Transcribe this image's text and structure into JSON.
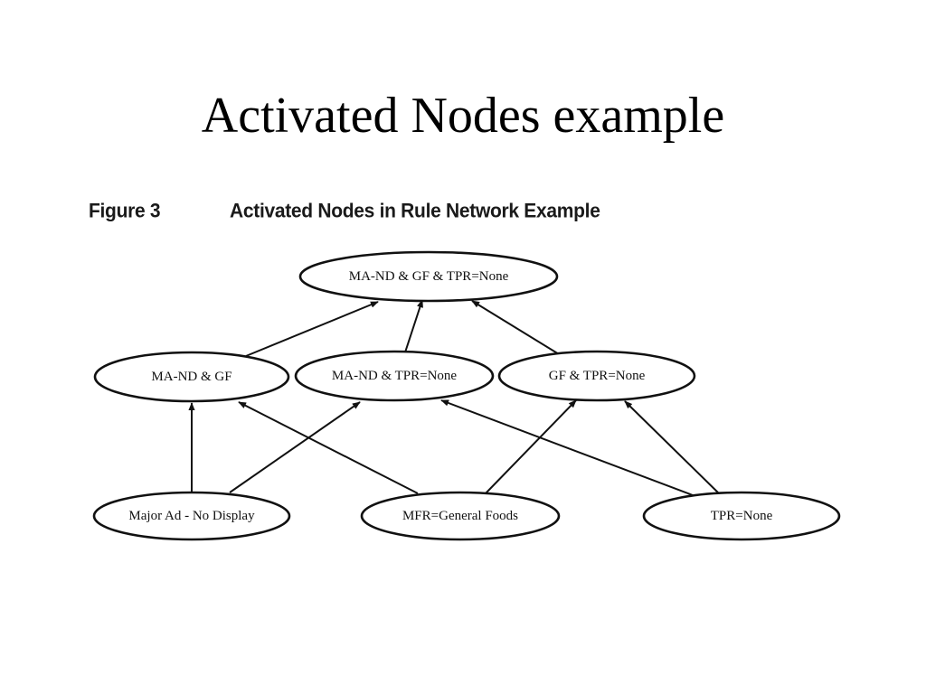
{
  "slide": {
    "title": "Activated Nodes example"
  },
  "figure": {
    "number": "Figure 3",
    "caption": "Activated Nodes in Rule Network Example"
  },
  "nodes": {
    "top": "MA-ND & GF & TPR=None",
    "ma_nd_gf": "MA-ND & GF",
    "ma_nd_tpr": "MA-ND & TPR=None",
    "gf_tpr": "GF & TPR=None",
    "major_ad": "Major Ad - No Display",
    "mfr": "MFR=General Foods",
    "tpr": "TPR=None"
  },
  "edges": [
    {
      "from": "ma_nd_gf",
      "to": "top"
    },
    {
      "from": "ma_nd_tpr",
      "to": "top"
    },
    {
      "from": "gf_tpr",
      "to": "top"
    },
    {
      "from": "major_ad",
      "to": "ma_nd_gf"
    },
    {
      "from": "major_ad",
      "to": "ma_nd_tpr"
    },
    {
      "from": "mfr",
      "to": "ma_nd_gf"
    },
    {
      "from": "mfr",
      "to": "gf_tpr"
    },
    {
      "from": "tpr",
      "to": "ma_nd_tpr"
    },
    {
      "from": "tpr",
      "to": "gf_tpr"
    }
  ]
}
